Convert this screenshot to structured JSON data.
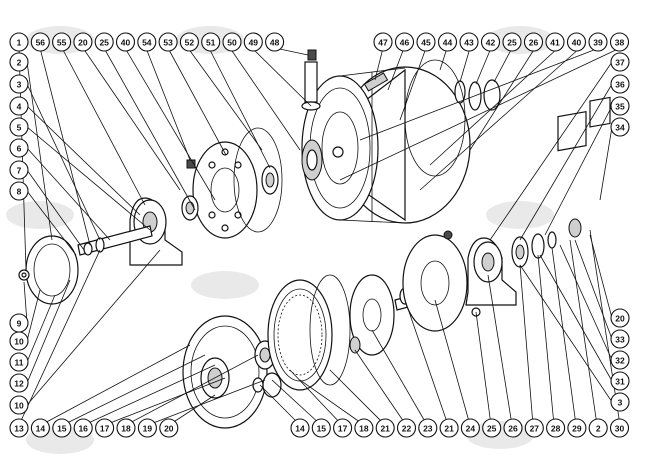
{
  "diagram": {
    "callouts_top": [
      "1",
      "56",
      "55",
      "20",
      "25",
      "40",
      "54",
      "53",
      "52",
      "51",
      "50",
      "49",
      "48",
      "47",
      "46",
      "45",
      "44",
      "43",
      "42",
      "25",
      "26",
      "41",
      "40",
      "39",
      "38"
    ],
    "callouts_left": [
      "2",
      "3",
      "4",
      "5",
      "6",
      "7",
      "8",
      "9",
      "10",
      "11",
      "12",
      "10"
    ],
    "callouts_right": [
      "37",
      "36",
      "35",
      "34",
      "20",
      "33",
      "32",
      "31",
      "3"
    ],
    "callouts_bottom": [
      "13",
      "14",
      "15",
      "16",
      "17",
      "18",
      "19",
      "20",
      "14",
      "15",
      "17",
      "18",
      "21",
      "22",
      "23",
      "21",
      "24",
      "25",
      "26",
      "27",
      "28",
      "29",
      "2",
      "30"
    ],
    "highlighted_callout": "48"
  }
}
